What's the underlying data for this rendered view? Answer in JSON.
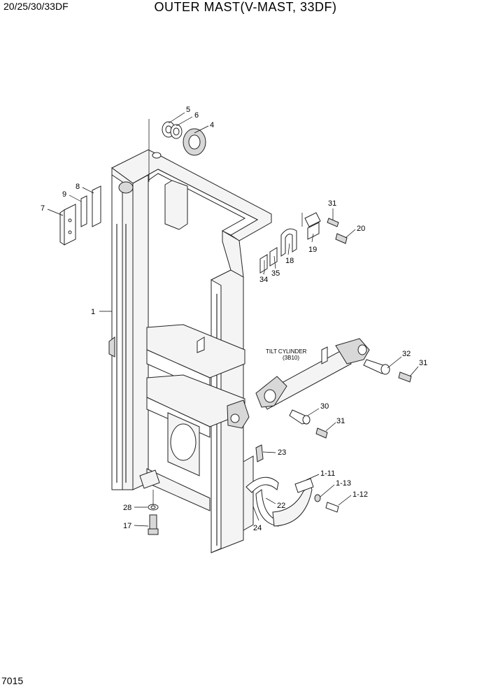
{
  "header": {
    "model": "20/25/30/33DF",
    "title": "OUTER MAST(V-MAST, 33DF)"
  },
  "page_number": "7015",
  "reference": {
    "label": "TILT CYLINDER",
    "code": "(3B10)"
  },
  "callouts": {
    "c1": "1",
    "c4": "4",
    "c5": "5",
    "c6": "6",
    "c7": "7",
    "c8": "8",
    "c9": "9",
    "c17": "17",
    "c18": "18",
    "c19": "19",
    "c20": "20",
    "c22": "22",
    "c23": "23",
    "c24": "24",
    "c28": "28",
    "c30": "30",
    "c31a": "31",
    "c31b": "31",
    "c31c": "31",
    "c32": "32",
    "c34": "34",
    "c35": "35",
    "c1_11": "1-11",
    "c1_12": "1-12",
    "c1_13": "1-13"
  }
}
